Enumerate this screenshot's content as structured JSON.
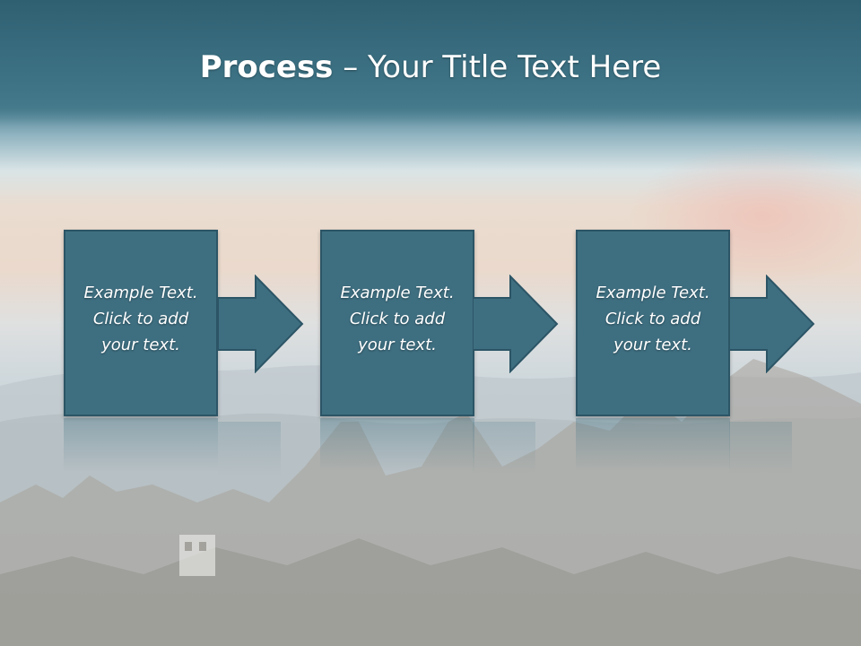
{
  "slide": {
    "title_bold": "Process",
    "title_rest": " – Your Title Text Here",
    "steps": [
      {
        "text": "Example Text.\nClick  to add\nyour text."
      },
      {
        "text": "Example Text.\nClick  to add\nyour text."
      },
      {
        "text": "Example Text.\nClick  to add\nyour text."
      }
    ]
  },
  "colors": {
    "box_fill": "#3e6f81",
    "box_border": "#2c5566",
    "title_band": "#3e7486",
    "text": "#ffffff"
  }
}
